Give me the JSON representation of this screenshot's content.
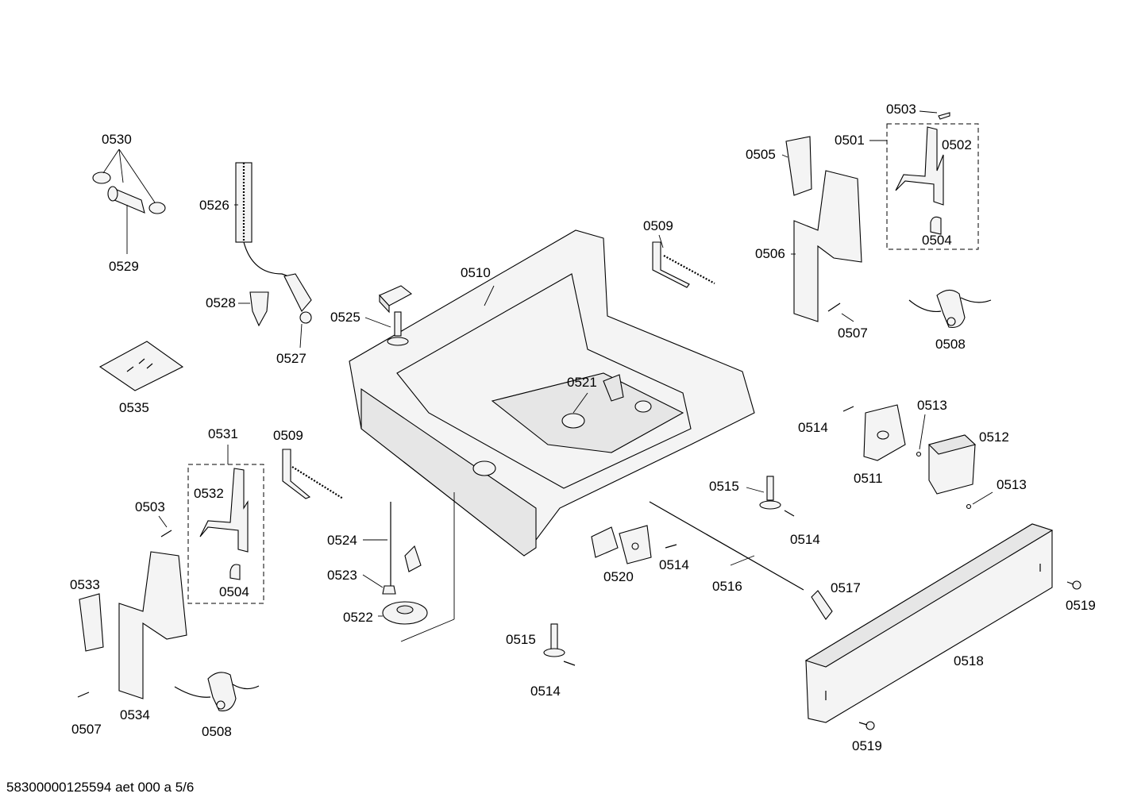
{
  "diagram": {
    "labels": {
      "p0501": "0501",
      "p0502": "0502",
      "p0503a": "0503",
      "p0503b": "0503",
      "p0504a": "0504",
      "p0504b": "0504",
      "p0505": "0505",
      "p0506": "0506",
      "p0507a": "0507",
      "p0507b": "0507",
      "p0508a": "0508",
      "p0508b": "0508",
      "p0509a": "0509",
      "p0509b": "0509",
      "p0510": "0510",
      "p0511": "0511",
      "p0512": "0512",
      "p0513a": "0513",
      "p0513b": "0513",
      "p0514a": "0514",
      "p0514b": "0514",
      "p0514c": "0514",
      "p0514d": "0514",
      "p0515a": "0515",
      "p0515b": "0515",
      "p0516": "0516",
      "p0517": "0517",
      "p0518": "0518",
      "p0519a": "0519",
      "p0519b": "0519",
      "p0520": "0520",
      "p0521": "0521",
      "p0522": "0522",
      "p0523": "0523",
      "p0524": "0524",
      "p0525": "0525",
      "p0526": "0526",
      "p0527": "0527",
      "p0528": "0528",
      "p0529": "0529",
      "p0530": "0530",
      "p0531": "0531",
      "p0532": "0532",
      "p0533": "0533",
      "p0534": "0534",
      "p0535": "0535"
    },
    "footer": "58300000125594 aet 000 a 5/6"
  }
}
